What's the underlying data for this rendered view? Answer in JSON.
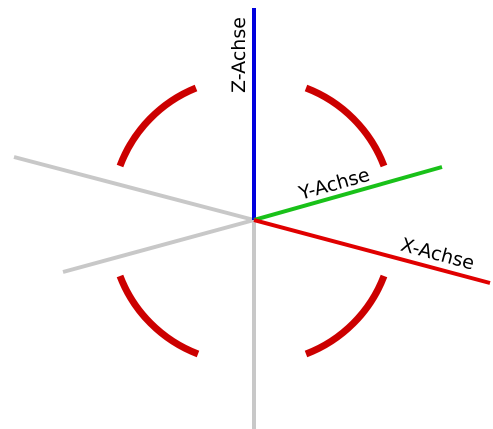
{
  "colors": {
    "x_axis": "#e00000",
    "y_axis": "#19c119",
    "z_axis": "#0000dd",
    "negative_axes": "#c8c8c8",
    "rotation_arcs": "#cc0000",
    "background": "#ffffff"
  },
  "labels": {
    "x_axis": "X-Achse",
    "y_axis": "Y-Achse",
    "z_axis": "Z-Achse"
  }
}
